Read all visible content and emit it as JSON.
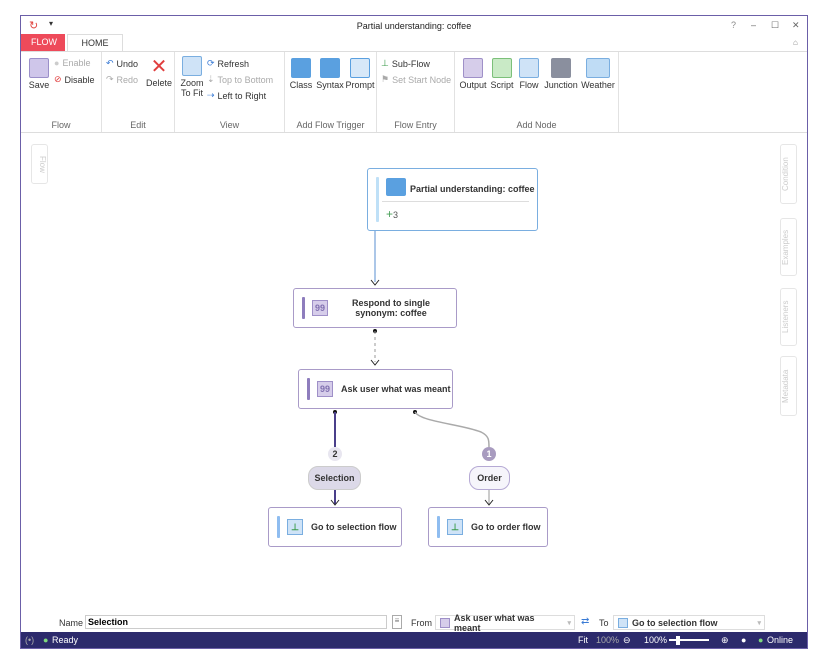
{
  "window": {
    "title": "Partial understanding: coffee",
    "help": "?",
    "minimize": "–",
    "maximize": "☐",
    "close": "✕"
  },
  "tabs": [
    {
      "label": "FLOW"
    },
    {
      "label": "HOME"
    }
  ],
  "ribbon": {
    "flow": {
      "save": "Save",
      "enable": "Enable",
      "disable": "Disable",
      "label": "Flow"
    },
    "edit": {
      "undo": "Undo",
      "redo": "Redo",
      "delete": "Delete",
      "label": "Edit"
    },
    "view": {
      "zoom": "Zoom",
      "to_fit": "To Fit",
      "refresh": "Refresh",
      "top_to_bottom": "Top to Bottom",
      "left_to_right": "Left to Right",
      "label": "View"
    },
    "trigger": {
      "class": "Class",
      "syntax": "Syntax",
      "prompt": "Prompt",
      "label": "Add Flow Trigger"
    },
    "entry": {
      "sub_flow": "Sub-Flow",
      "set_start": "Set Start Node",
      "label": "Flow Entry"
    },
    "add_node": {
      "output": "Output",
      "script": "Script",
      "flow": "Flow",
      "junction": "Junction",
      "weather": "Weather",
      "label": "Add Node"
    }
  },
  "canvas": {
    "left_tab": "Flow",
    "right_tabs": [
      "Condition",
      "Examples",
      "Listeners",
      "Metadata"
    ],
    "trigger": {
      "title": "Partial understanding: coffee",
      "count": "3"
    },
    "nodes": {
      "respond": "Respond to single synonym: coffee",
      "ask": "Ask user what was meant",
      "selection_flow": "Go to selection flow",
      "order_flow": "Go to order flow"
    },
    "branches": [
      {
        "label": "Selection",
        "order": "2"
      },
      {
        "label": "Order",
        "order": "1"
      }
    ]
  },
  "props": {
    "name_label": "Name",
    "name_value": "Selection",
    "from_label": "From",
    "from_value": "Ask user what was meant",
    "to_label": "To",
    "to_value": "Go to selection flow"
  },
  "status": {
    "ready": "Ready",
    "fit": "Fit",
    "zoom_a": "100%",
    "zoom_b": "100%",
    "online": "Online"
  }
}
